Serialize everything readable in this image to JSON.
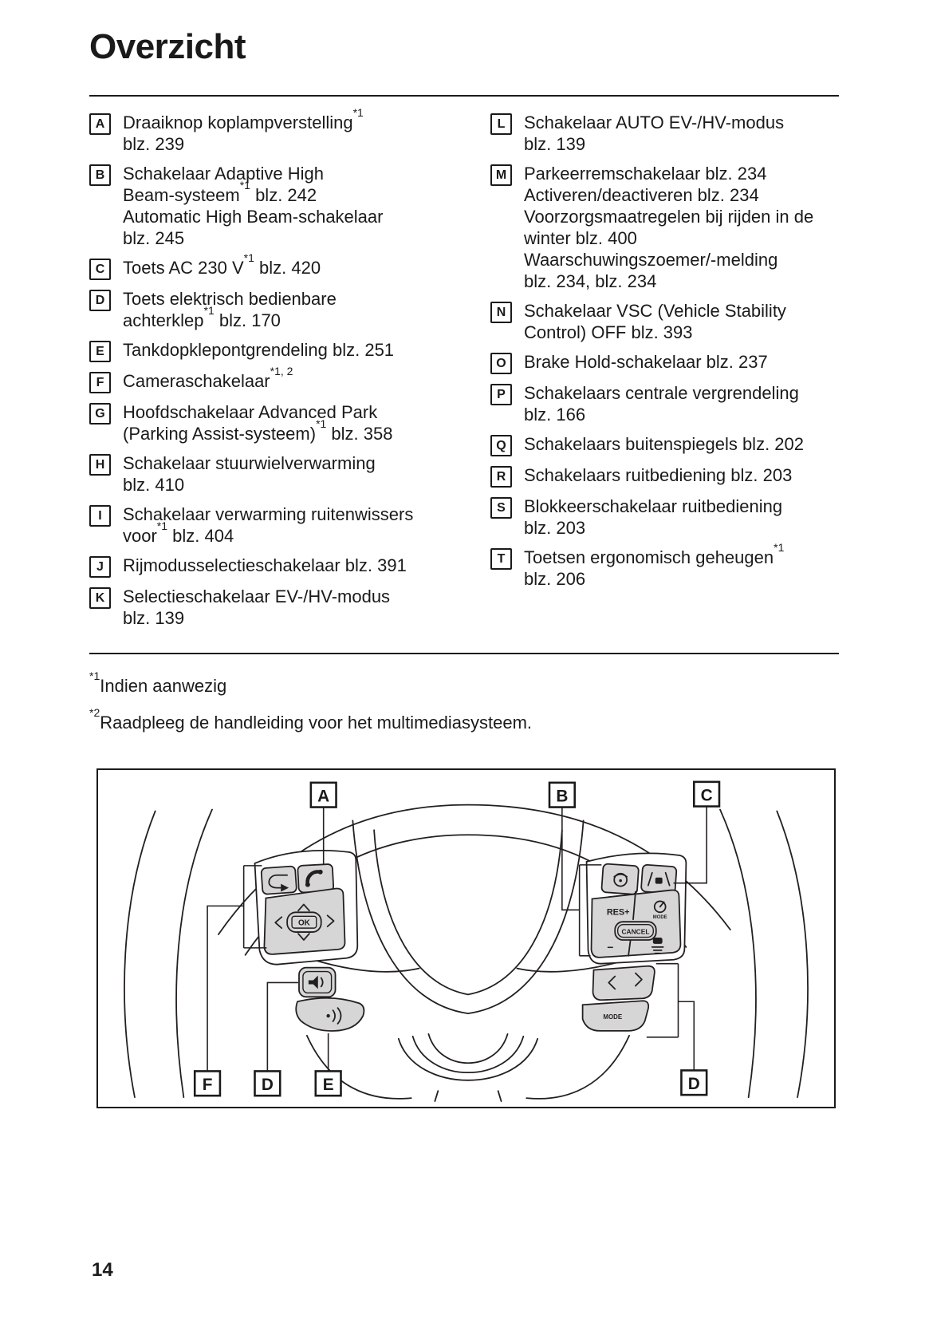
{
  "page": {
    "title": "Overzicht",
    "page_number": "14"
  },
  "legend": {
    "columns": [
      {
        "name": "left",
        "items": [
          {
            "key": "A",
            "segments": [
              {
                "t": "Draaiknop koplampverstelling"
              },
              {
                "sup": "*1"
              },
              {
                "br": true
              },
              {
                "t": "blz. 239"
              }
            ]
          },
          {
            "key": "B",
            "segments": [
              {
                "t": "Schakelaar Adaptive High"
              },
              {
                "br": true
              },
              {
                "t": "Beam-systeem"
              },
              {
                "sup": "*1"
              },
              {
                "t": " blz. 242"
              },
              {
                "br": true
              },
              {
                "t": "Automatic High Beam-schakelaar"
              },
              {
                "br": true
              },
              {
                "t": "blz. 245"
              }
            ]
          },
          {
            "key": "C",
            "segments": [
              {
                "t": "Toets AC 230 V"
              },
              {
                "sup": "*1"
              },
              {
                "t": " blz. 420"
              }
            ]
          },
          {
            "key": "D",
            "segments": [
              {
                "t": "Toets elektrisch bedienbare"
              },
              {
                "br": true
              },
              {
                "t": "achterklep"
              },
              {
                "sup": "*1"
              },
              {
                "t": " blz. 170"
              }
            ]
          },
          {
            "key": "E",
            "segments": [
              {
                "t": "Tankdopklepontgrendeling blz. 251"
              }
            ]
          },
          {
            "key": "F",
            "segments": [
              {
                "t": "Cameraschakelaar"
              },
              {
                "sup": "*1, 2"
              }
            ]
          },
          {
            "key": "G",
            "segments": [
              {
                "t": "Hoofdschakelaar Advanced Park"
              },
              {
                "br": true
              },
              {
                "t": "(Parking Assist-systeem)"
              },
              {
                "sup": "*1"
              },
              {
                "t": " blz. 358"
              }
            ]
          },
          {
            "key": "H",
            "segments": [
              {
                "t": "Schakelaar stuurwielverwarming"
              },
              {
                "br": true
              },
              {
                "t": "blz. 410"
              }
            ]
          },
          {
            "key": "I",
            "segments": [
              {
                "t": "Schakelaar verwarming ruitenwissers"
              },
              {
                "br": true
              },
              {
                "t": "voor"
              },
              {
                "sup": "*1"
              },
              {
                "t": " blz. 404"
              }
            ]
          },
          {
            "key": "J",
            "segments": [
              {
                "t": "Rijmodusselectieschakelaar blz. 391"
              }
            ]
          },
          {
            "key": "K",
            "segments": [
              {
                "t": "Selectieschakelaar EV-/HV-modus"
              },
              {
                "br": true
              },
              {
                "t": "blz. 139"
              }
            ]
          }
        ]
      },
      {
        "name": "right",
        "items": [
          {
            "key": "L",
            "segments": [
              {
                "t": "Schakelaar AUTO EV-/HV-modus"
              },
              {
                "br": true
              },
              {
                "t": "blz. 139"
              }
            ]
          },
          {
            "key": "M",
            "segments": [
              {
                "t": "Parkeerremschakelaar blz. 234"
              },
              {
                "br": true
              },
              {
                "t": "Activeren/deactiveren blz. 234"
              },
              {
                "br": true
              },
              {
                "t": "Voorzorgsmaatregelen bij rijden in de"
              },
              {
                "br": true
              },
              {
                "t": "winter blz. 400"
              },
              {
                "br": true
              },
              {
                "t": "Waarschuwingszoemer/-melding"
              },
              {
                "br": true
              },
              {
                "t": "blz. 234, blz. 234"
              }
            ]
          },
          {
            "key": "N",
            "segments": [
              {
                "t": "Schakelaar VSC (Vehicle Stability"
              },
              {
                "br": true
              },
              {
                "t": "Control) OFF blz. 393"
              }
            ]
          },
          {
            "key": "O",
            "segments": [
              {
                "t": "Brake Hold-schakelaar blz. 237"
              }
            ]
          },
          {
            "key": "P",
            "segments": [
              {
                "t": "Schakelaars centrale vergrendeling"
              },
              {
                "br": true
              },
              {
                "t": "blz. 166"
              }
            ]
          },
          {
            "key": "Q",
            "segments": [
              {
                "t": "Schakelaars buitenspiegels blz. 202"
              }
            ]
          },
          {
            "key": "R",
            "segments": [
              {
                "t": "Schakelaars ruitbediening blz. 203"
              }
            ]
          },
          {
            "key": "S",
            "segments": [
              {
                "t": "Blokkeerschakelaar ruitbediening"
              },
              {
                "br": true
              },
              {
                "t": "blz. 203"
              }
            ]
          },
          {
            "key": "T",
            "segments": [
              {
                "t": "Toetsen ergonomisch geheugen"
              },
              {
                "sup": "*1"
              },
              {
                "br": true
              },
              {
                "t": "blz. 206"
              }
            ]
          }
        ]
      }
    ]
  },
  "footnotes": [
    {
      "segments": [
        {
          "sup": "*1"
        },
        {
          "t": "Indien aanwezig"
        }
      ]
    },
    {
      "segments": [
        {
          "sup": "*2"
        },
        {
          "t": "Raadpleeg de handleiding voor het multimediasysteem."
        }
      ]
    }
  ],
  "diagram": {
    "callouts": [
      {
        "label": "A"
      },
      {
        "label": "B"
      },
      {
        "label": "C"
      },
      {
        "label": "F"
      },
      {
        "label": "D"
      },
      {
        "label": "E"
      },
      {
        "label": "D"
      }
    ],
    "labels": {
      "ok": "OK",
      "res_plus": "RES+",
      "cruise_mode": "MODE",
      "cancel": "CANCEL",
      "minus": "−",
      "mode": "MODE"
    },
    "icons": {
      "return": "return-arrow-icon",
      "phone": "phone-icon",
      "volume": "speaker-icon",
      "voice": "voice-command-icon",
      "steering_assist": "steering-assist-icon",
      "lane_departure": "lane-departure-icon",
      "gauge": "gauge-icon",
      "following_distance": "following-distance-icon"
    },
    "colors": {
      "button_fill": "#d6d6d6",
      "line": "#231f20"
    }
  }
}
